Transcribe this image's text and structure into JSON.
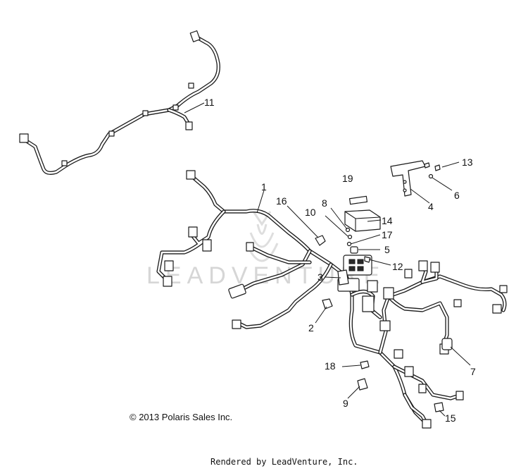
{
  "diagram": {
    "callouts": [
      {
        "id": "1",
        "text": "1"
      },
      {
        "id": "2",
        "text": "2"
      },
      {
        "id": "3",
        "text": "3"
      },
      {
        "id": "4",
        "text": "4"
      },
      {
        "id": "5",
        "text": "5"
      },
      {
        "id": "6",
        "text": "6"
      },
      {
        "id": "7",
        "text": "7"
      },
      {
        "id": "8",
        "text": "8"
      },
      {
        "id": "9",
        "text": "9"
      },
      {
        "id": "10",
        "text": "10"
      },
      {
        "id": "11",
        "text": "11"
      },
      {
        "id": "12",
        "text": "12"
      },
      {
        "id": "13",
        "text": "13"
      },
      {
        "id": "14",
        "text": "14"
      },
      {
        "id": "15",
        "text": "15"
      },
      {
        "id": "16",
        "text": "16"
      },
      {
        "id": "17",
        "text": "17"
      },
      {
        "id": "18",
        "text": "18"
      },
      {
        "id": "19",
        "text": "19"
      }
    ],
    "watermark": "LEADVENTURE",
    "copyright": "© 2013 Polaris Sales Inc.",
    "rendered_by": "Rendered by LeadVenture, Inc."
  }
}
